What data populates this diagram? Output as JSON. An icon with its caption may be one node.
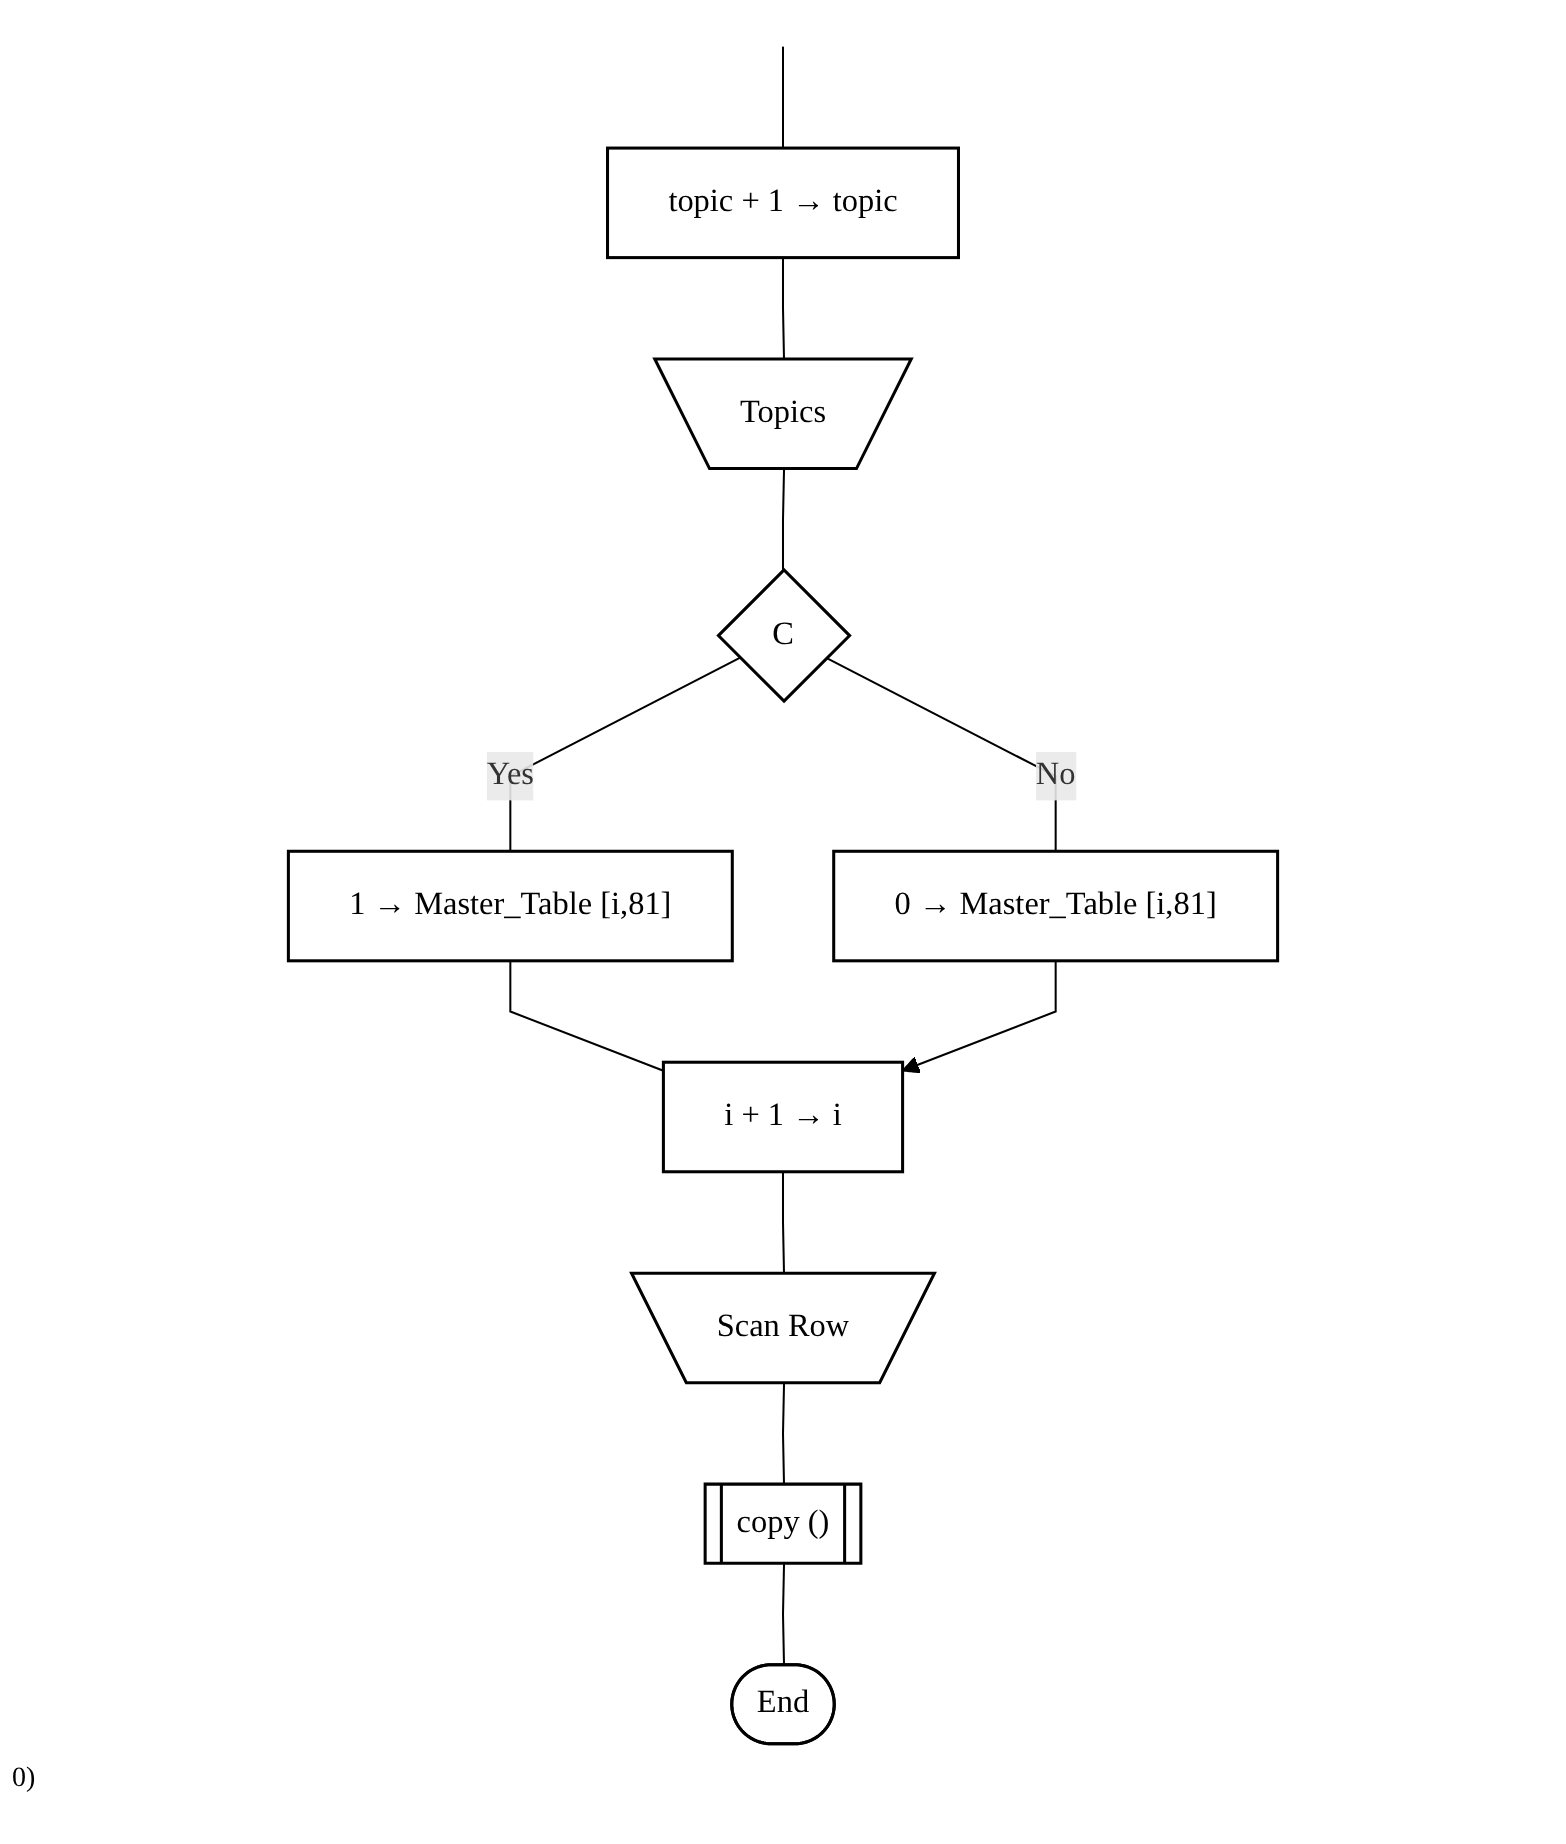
{
  "diagram": {
    "nodes": [
      {
        "text": [
          "topic + 1 → topic"
        ]
      },
      {
        "text": [
          "Topics"
        ]
      },
      {
        "text": [
          "C"
        ]
      },
      {
        "text": [
          "1 → Master_Table [i,81]"
        ]
      },
      {
        "text": [
          "0 → Master_Table [i,81]"
        ]
      },
      {
        "text": [
          "i + 1 → i"
        ]
      },
      {
        "text": [
          "Scan Row"
        ]
      },
      {
        "text": [
          "copy ()"
        ]
      },
      {
        "text": [
          "End"
        ]
      }
    ],
    "edges": [
      {
        "from": null,
        "to": 0,
        "arrow": "none"
      },
      {
        "from": 0,
        "to": 1,
        "arrow": "none"
      },
      {
        "from": 1,
        "to": 2,
        "arrow": "none"
      },
      {
        "from": 2,
        "to": 3,
        "label": "Yes",
        "arrow": "none"
      },
      {
        "from": 2,
        "to": 4,
        "label": "No",
        "arrow": "none"
      },
      {
        "from": 3,
        "to": 5,
        "arrow": "none"
      },
      {
        "from": 4,
        "to": 5,
        "arrow": "to"
      },
      {
        "from": 5,
        "to": 6,
        "arrow": "none"
      },
      {
        "from": 6,
        "to": 7,
        "arrow": "none"
      },
      {
        "from": 7,
        "to": 8,
        "arrow": "none"
      }
    ],
    "labels": [
      "0)"
    ]
  }
}
